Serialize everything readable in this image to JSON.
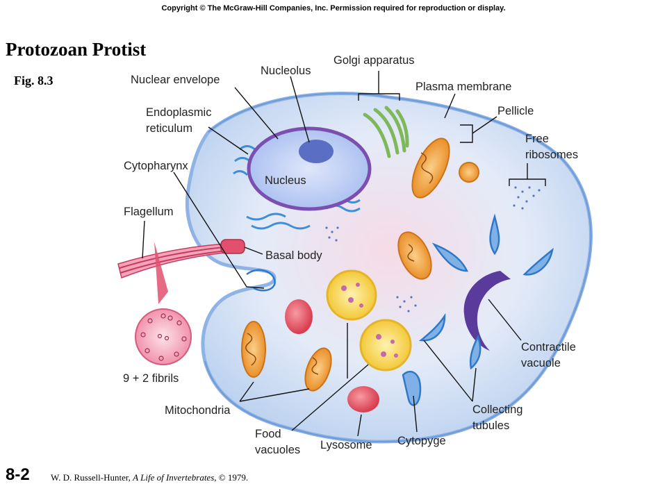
{
  "header": {
    "copyright": "Copyright © The McGraw-Hill Companies, Inc. Permission required for reproduction or display.",
    "title": "Protozoan Protist",
    "figure": "Fig. 8.3"
  },
  "footer": {
    "slide_number": "8-2",
    "credit_author": "W. D. Russell-Hunter, ",
    "credit_book": "A Life of Invertebrates",
    "credit_year": ", © 1979."
  },
  "labels": {
    "nuclear_envelope": "Nuclear envelope",
    "nucleolus": "Nucleolus",
    "golgi": "Golgi apparatus",
    "plasma_membrane": "Plasma membrane",
    "pellicle": "Pellicle",
    "er_line1": "Endoplasmic",
    "er_line2": "reticulum",
    "free_ribo_line1": "Free",
    "free_ribo_line2": "ribosomes",
    "cytopharynx": "Cytopharynx",
    "nucleus": "Nucleus",
    "flagellum": "Flagellum",
    "basal_body": "Basal body",
    "fibrils": "9 + 2 fibrils",
    "contractile_line1": "Contractile",
    "contractile_line2": "vacuole",
    "mitochondria": "Mitochondria",
    "collecting_line1": "Collecting",
    "collecting_line2": "tubules",
    "food_line1": "Food",
    "food_line2": "vacuoles",
    "lysosome": "Lysosome",
    "cytopyge": "Cytopyge"
  },
  "colors": {
    "cytoplasm": "#dfe9f7",
    "cell_edge": "#9fbde6",
    "nucleus_ring": "#7a4fb0",
    "nucleolus": "#5a6fc4",
    "mitochondria": "#f2a33a",
    "food_vacuole": "#f7d64a",
    "lysosome": "#e8505e",
    "contractile": "#5a3a9a",
    "flagellum": "#e2506e"
  }
}
